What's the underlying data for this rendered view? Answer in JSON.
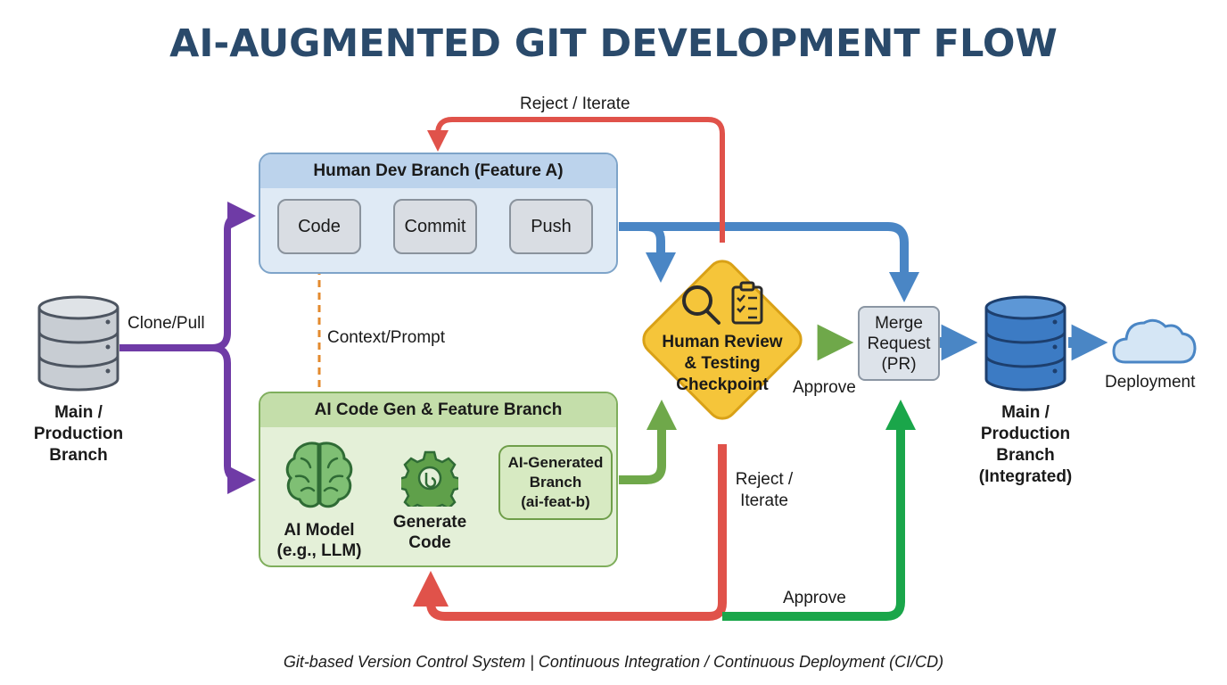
{
  "title": "AI-AUGMENTED GIT DEVELOPMENT FLOW",
  "footer": "Git-based Version Control System | Continuous Integration / Continuous Deployment (CI/CD)",
  "colors": {
    "title": "#2a4a6b",
    "purple": "#6f3ba6",
    "blue": "#4a86c5",
    "green_light": "#6fa84a",
    "green_dark": "#1aa64a",
    "red": "#e0524a",
    "orange": "#e38a2e",
    "diamond": "#f5c53a"
  },
  "main_branch": {
    "line1": "Main /",
    "line2": "Production",
    "line3": "Branch",
    "icon": "database-icon"
  },
  "clone_label": "Clone/Pull",
  "human_branch": {
    "header": "Human Dev Branch (Feature A)",
    "steps": [
      "Code",
      "Commit",
      "Push"
    ]
  },
  "context_label": "Context/Prompt",
  "ai_branch": {
    "header": "AI Code Gen & Feature Branch",
    "model_line1": "AI Model",
    "model_line2": "(e.g., LLM)",
    "generate_line1": "Generate",
    "generate_line2": "Code",
    "generated_line1": "AI-Generated",
    "generated_line2": "Branch",
    "generated_line3": "(ai-feat-b)"
  },
  "review": {
    "line1": "Human Review",
    "line2": "& Testing",
    "line3": "Checkpoint"
  },
  "reject_top": "Reject / Iterate",
  "reject_bottom_line1": "Reject /",
  "reject_bottom_line2": "Iterate",
  "approve_right": "Approve",
  "approve_bottom": "Approve",
  "merge": {
    "line1": "Merge",
    "line2": "Request",
    "line3": "(PR)"
  },
  "integrated": {
    "line1": "Main /",
    "line2": "Production",
    "line3": "Branch",
    "line4": "(Integrated)"
  },
  "deployment": "Deployment"
}
